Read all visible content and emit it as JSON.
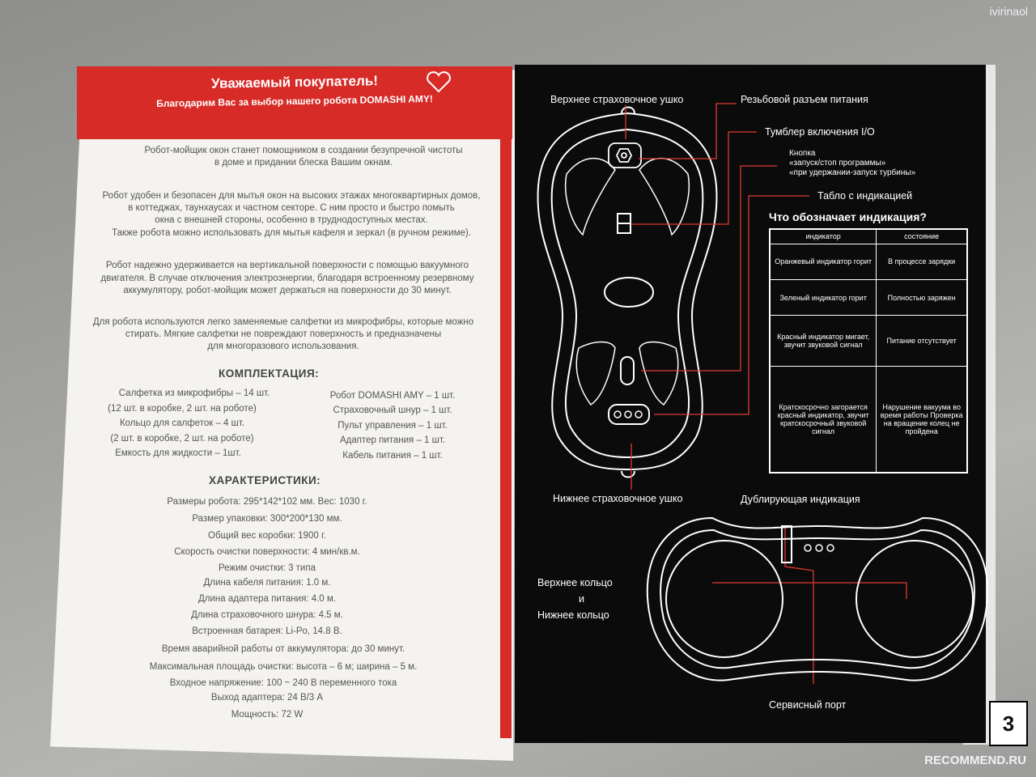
{
  "watermark_top": "ivirinaol",
  "watermark_bottom": "RECOMMEND.RU",
  "left": {
    "greeting": "Уважаемый покупатель!",
    "thanks": "Благодарим Вас за выбор нашего робота DOMASHI AMY!",
    "paragraphs": [
      [
        "Робот-мойщик окон станет помощником в создании безупречной чистоты",
        "в доме и придании блеска Вашим окнам."
      ],
      [
        "Робот удобен и безопасен для мытья окон на высоких этажах многоквартирных домов,",
        "в коттеджах, таунхаусах и частном секторе. С ним просто и быстро помыть",
        "окна с внешней стороны, особенно в труднодоступных местах.",
        "Также робота можно использовать для мытья кафеля и зеркал (в ручном режиме)."
      ],
      [
        "Робот надежно удерживается на вертикальной поверхности с помощью вакуумного",
        "двигателя. В случае отключения электроэнергии, благодаря встроенному резервному",
        "аккумулятору, робот-мойщик может держаться на поверхности до 30 минут."
      ],
      [
        "Для робота используются легко заменяемые салфетки из микрофибры, которые можно",
        "стирать. Мягкие салфетки не повреждают поверхность и предназначены",
        "для многоразового использования."
      ]
    ],
    "kit_title": "КОМПЛЕКТАЦИЯ:",
    "kit_left": [
      "Салфетка из микрофибры – 14 шт.",
      "(12 шт. в коробке, 2 шт. на роботе)",
      "Кольцо для салфеток – 4 шт.",
      "(2 шт. в коробке, 2 шт. на роботе)",
      "Емкость для жидкости – 1шт."
    ],
    "kit_right": [
      "Робот DOMASHI AMY – 1 шт.",
      "Страховочный шнур – 1 шт.",
      "Пульт управления – 1 шт.",
      "Адаптер питания – 1 шт.",
      "Кабель питания – 1 шт."
    ],
    "specs_title": "ХАРАКТЕРИСТИКИ:",
    "specs": [
      "Размеры робота: 295*142*102 мм. Вес: 1030 г.",
      "Размер упаковки: 300*200*130 мм.",
      "Общий вес коробки: 1900 г.",
      "Скорость очистки поверхности: 4 мин/кв.м.",
      "Режим очистки: 3 типа",
      "Длина кабеля питания: 1.0 м.",
      "Длина адаптера питания: 4.0 м.",
      "Длина страховочного шнура: 4.5 м.",
      "Встроенная батарея: Li-Po, 14.8 В.",
      "Время аварийной работы от аккумулятора: до 30 минут.",
      "Максимальная площадь очистки: высота – 6 м; ширина – 5 м.",
      "Входное напряжение: 100 ~ 240 В переменного тока",
      "Выход адаптера: 24 В/3 А",
      "Мощность: 72 W"
    ]
  },
  "right": {
    "top_ear": "Верхнее страховочное ушко",
    "power_jack": "Резьбовой разъем питания",
    "toggle": "Тумблер включения I/O",
    "button": "Кнопка",
    "button_l2": "«запуск/стоп программы»",
    "button_l3": "«при удержании-запуск турбины»",
    "display": "Табло с индикацией",
    "legend_title": "Что обозначает индикация?",
    "table_head": [
      "индикатор",
      "состояние"
    ],
    "table_rows": [
      [
        "Оранжевый индикатор горит",
        "В процессе зарядки"
      ],
      [
        "Зеленый индикатор горит",
        "Полностью заряжен"
      ],
      [
        "Красный индикатор мигает, звучит звуковой сигнал",
        "Питание отсутствует"
      ],
      [
        "Кратскосрочно загорается красный индикатор, звучит кратскосрочный звуковой сигнал",
        "Нарушение вакуума во время работы  Проверка на вращение колец не пройдена"
      ]
    ],
    "bottom_ear": "Нижнее страховочное ушко",
    "dup_indicator": "Дублирующая индикация",
    "upper_ring": "Верхнее кольцо",
    "and": "и",
    "lower_ring": "Нижнее кольцо",
    "service_port": "Сервисный порт",
    "page_number": "3"
  }
}
